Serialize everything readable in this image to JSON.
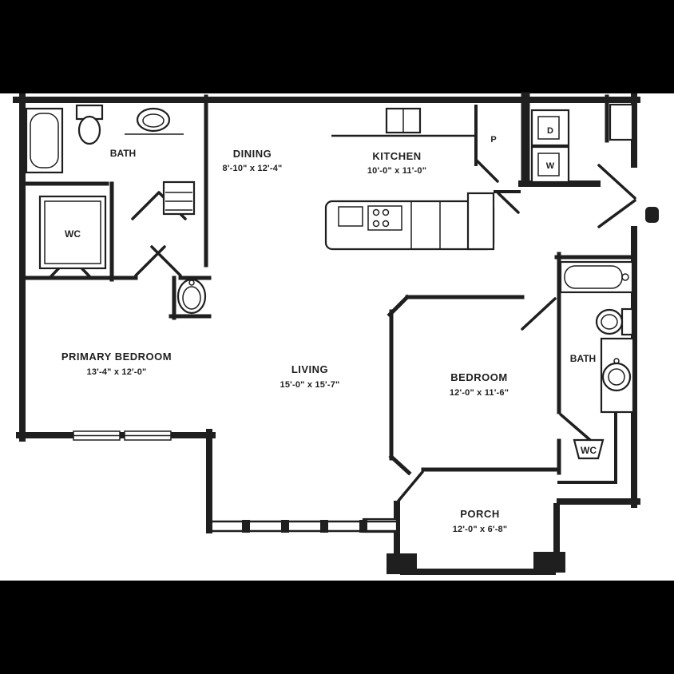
{
  "colors": {
    "background": "#000000",
    "paper": "#ffffff",
    "ink": "#1f1f1f"
  },
  "plan": {
    "rooms": [
      {
        "name": "bath-left",
        "label": "BATH",
        "dims": ""
      },
      {
        "name": "wc-left",
        "label": "WC",
        "dims": ""
      },
      {
        "name": "dining",
        "label": "DINING",
        "dims": "8'-10\" x 12'-4\""
      },
      {
        "name": "kitchen",
        "label": "KITCHEN",
        "dims": "10'-0\" x 11'-0\""
      },
      {
        "name": "primary-bedroom",
        "label": "PRIMARY BEDROOM",
        "dims": "13'-4\" x 12'-0\""
      },
      {
        "name": "living",
        "label": "LIVING",
        "dims": "15'-0\" x 15'-7\""
      },
      {
        "name": "bedroom",
        "label": "BEDROOM",
        "dims": "12'-0\" x 11'-6\""
      },
      {
        "name": "bath-right",
        "label": "BATH",
        "dims": ""
      },
      {
        "name": "wc-right",
        "label": "WC",
        "dims": ""
      },
      {
        "name": "porch",
        "label": "PORCH",
        "dims": "12'-0\" x 6'-8\""
      }
    ],
    "markers": {
      "pantry": "P",
      "dryer": "D",
      "washer": "W"
    }
  }
}
